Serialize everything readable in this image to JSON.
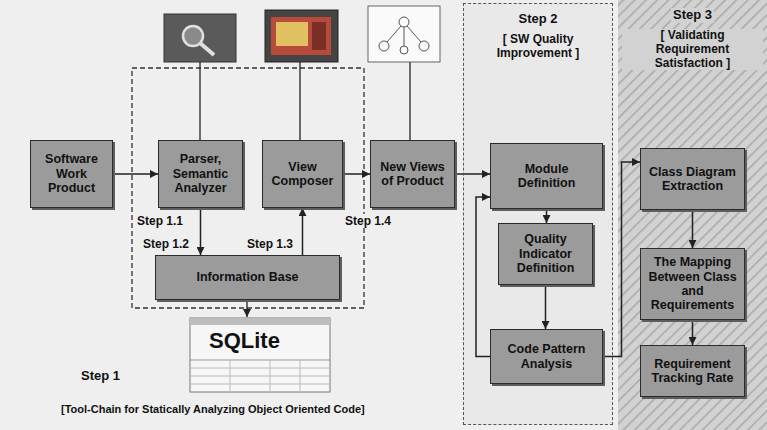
{
  "diagram": {
    "nodes": [
      {
        "text": [
          "Software Work Product"
        ]
      },
      {
        "text": [
          "Parser, Semantic Analyzer"
        ]
      },
      {
        "text": [
          "View Composer"
        ]
      },
      {
        "text": [
          "New Views of Product"
        ]
      },
      {
        "text": [
          "Information Base"
        ]
      },
      {
        "text": [
          "Step 2",
          "[ SW Quality Improvement ]"
        ]
      },
      {
        "text": [
          "Module Definition"
        ],
        "in": 5
      },
      {
        "text": [
          "Quality Indicator Definition"
        ],
        "in": 5
      },
      {
        "text": [
          "Code Pattern Analysis"
        ],
        "in": 5
      },
      {
        "text": [
          "Step 3",
          "[ Validating Requirement Satisfaction ]"
        ]
      },
      {
        "text": [
          "Class Diagram Extraction"
        ],
        "in": 9
      },
      {
        "text": [
          "The Mapping Between Class and Requirements"
        ],
        "in": 9
      },
      {
        "text": [
          "Requirement Tracking Rate"
        ],
        "in": 9
      }
    ],
    "edges": [
      {
        "from": 0,
        "to": 1,
        "arrow": "to"
      },
      {
        "from": 1,
        "to": 4,
        "arrow": "to"
      },
      {
        "from": 4,
        "to": 2,
        "arrow": "to"
      },
      {
        "from": 2,
        "to": 3,
        "arrow": "to"
      },
      {
        "from": 3,
        "to": 6,
        "arrow": "to"
      },
      {
        "from": 6,
        "to": 7,
        "arrow": "to"
      },
      {
        "from": 7,
        "to": 8,
        "arrow": "to"
      },
      {
        "from": 8,
        "to": 6,
        "arrow": "to"
      },
      {
        "from": 8,
        "to": 10,
        "arrow": "to"
      },
      {
        "from": 10,
        "to": 11,
        "arrow": "to"
      },
      {
        "from": 11,
        "to": 12,
        "arrow": "to"
      }
    ],
    "labels": [
      "Step 1.1",
      "Step 1.2",
      "Step 1.3",
      "Step 1.4",
      "SQLite",
      "Step 1",
      "[Tool-Chain for Statically Analyzing Object Oriented Code]"
    ]
  }
}
